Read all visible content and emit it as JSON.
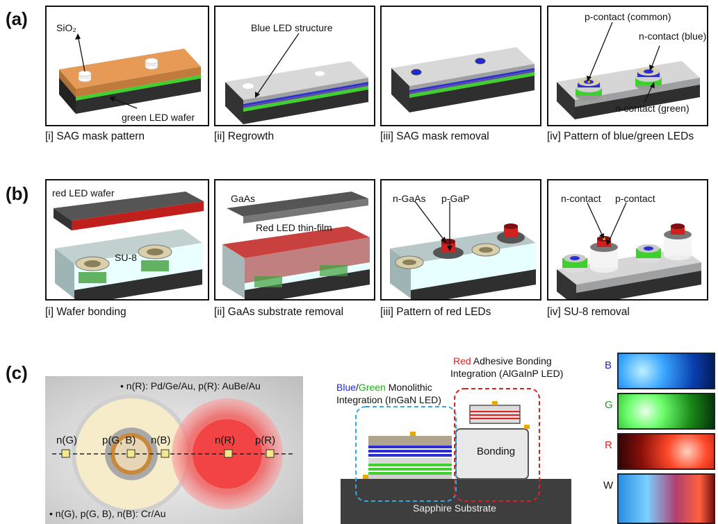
{
  "panel_a": {
    "label": "(a)",
    "captions": [
      "[i] SAG mask pattern",
      "[ii] Regrowth",
      "[iii] SAG mask removal",
      "[iv] Pattern of blue/green LEDs"
    ],
    "sio2": "SiO₂",
    "green_wafer": "green LED wafer",
    "blue_structure": "Blue LED structure",
    "p_contact_common": "p-contact (common)",
    "n_contact_blue": "n-contact (blue)",
    "n_contact_green": "n-contact (green)"
  },
  "panel_b": {
    "label": "(b)",
    "captions": [
      "[i] Wafer bonding",
      "[ii] GaAs substrate removal",
      "[iii] Pattern of red LEDs",
      "[iv] SU-8 removal"
    ],
    "red_wafer": "red LED wafer",
    "su8": "SU-8",
    "gaas": "GaAs",
    "red_thin_film": "Red LED thin-film",
    "n_gaas": "n-GaAs",
    "p_gap": "p-GaP",
    "n_contact": "n-contact",
    "p_contact": "p-contact"
  },
  "panel_c": {
    "label": "(c)",
    "note_top": "• n(R): Pd/Ge/Au, p(R): AuBe/Au",
    "note_bottom": "• n(G), p(G, B), n(B): Cr/Au",
    "n_g": "n(G)",
    "p_gb": "p(G, B)",
    "n_b": "n(B)",
    "n_r": "n(R)",
    "p_r": "p(R)",
    "blue_word": "Blue",
    "slash": "/",
    "green_word": "Green",
    "mono_rest": " Monolithic",
    "mono_line2": "Integration (InGaN LED)",
    "red_word": "Red",
    "adh_rest": " Adhesive Bonding",
    "adh_line2": "Integration (AlGaInP LED)",
    "bonding": "Bonding",
    "sapphire": "Sapphire Substrate",
    "swatch_letters": [
      "B",
      "G",
      "R",
      "W"
    ]
  },
  "colors": {
    "orange": "#e69a55",
    "green": "#3fcf2e",
    "blue": "#2b2fd1",
    "red": "#e02020",
    "base": "#3a3a3a"
  }
}
